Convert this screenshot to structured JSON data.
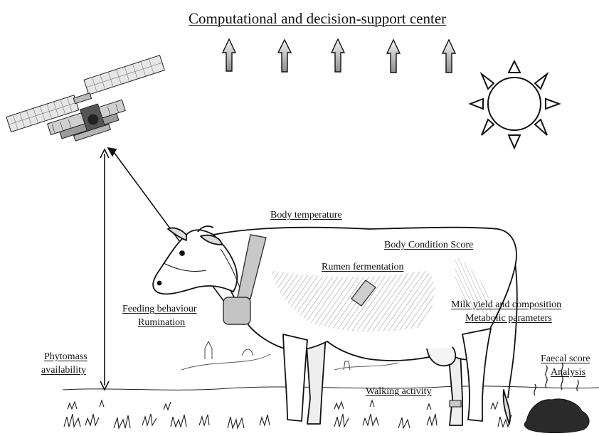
{
  "title": "Computational and decision-support center",
  "labels": {
    "body_temperature": "Body temperature",
    "body_condition_score": "Body Condition Score",
    "rumen_fermentation": "Rumen fermentation",
    "feeding_behaviour": "Feeding behaviour",
    "rumination": "Rumination",
    "milk_yield": "Milk yield and composition",
    "metabolic_parameters": "Metabolic parameters",
    "phytomass": "Phytomass",
    "availability": "availability",
    "faecal_score": "Faecal score",
    "analysis": "Analysis",
    "walking_activity": "Walking activity"
  },
  "colors": {
    "ink": "#111111",
    "sensor_fill": "#c8c8c8",
    "arrow_fill_top": "#f2f2f2",
    "arrow_fill_bottom": "#9a9a9a",
    "dung": "#2a2a2a"
  },
  "icons": [
    "satellite-icon",
    "sun-icon",
    "upload-arrow-icon",
    "cow-illustration",
    "collar-sensor-icon",
    "rumen-bolus-icon",
    "pedometer-icon",
    "dung-icon",
    "grass-illustration"
  ]
}
